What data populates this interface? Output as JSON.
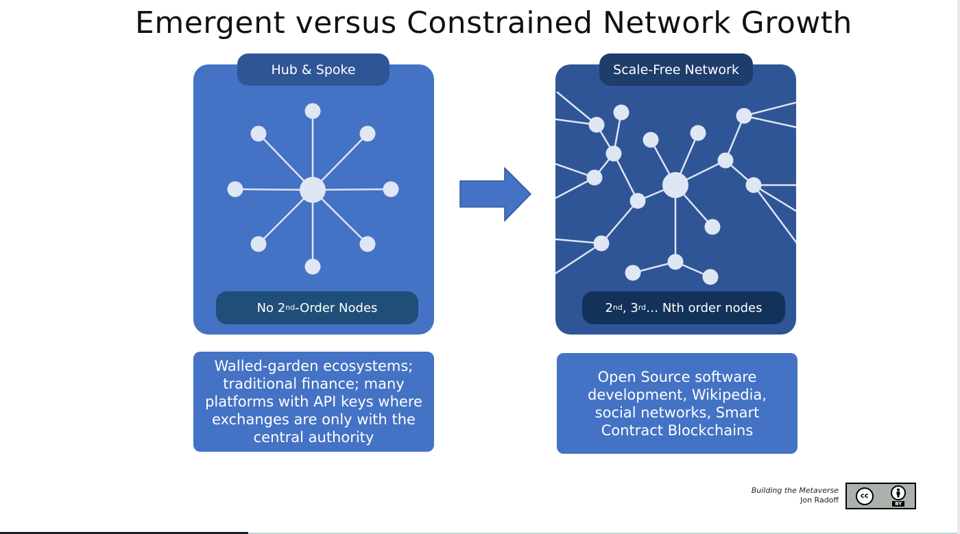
{
  "title": "Emergent versus Constrained Network Growth",
  "left_panel": {
    "header": "Hub & Spoke",
    "footer_prefix": "No 2",
    "footer_sup": "nd",
    "footer_suffix": "-Order Nodes",
    "description": "Walled-garden ecosystems; traditional finance; many platforms with API keys where exchanges are only with the central authority",
    "fill_color": "#4472c4",
    "node_color": "#dfe6f4"
  },
  "right_panel": {
    "header": "Scale-Free Network",
    "footer_p1": "2",
    "footer_sup1": "nd",
    "footer_p2": ", 3",
    "footer_sup2": "rd",
    "footer_p3": " … Nth order nodes",
    "description": "Open Source software development, Wikipedia, social networks, Smart Contract Blockchains",
    "fill_color": "#2f5597",
    "node_color": "#dfe6f4"
  },
  "credit": {
    "book": "Building the Metaverse",
    "author": "Jon Radoff"
  },
  "license_badge": {
    "left_icon": "cc-icon",
    "right_icon": "by-person-icon",
    "label": "BY"
  }
}
